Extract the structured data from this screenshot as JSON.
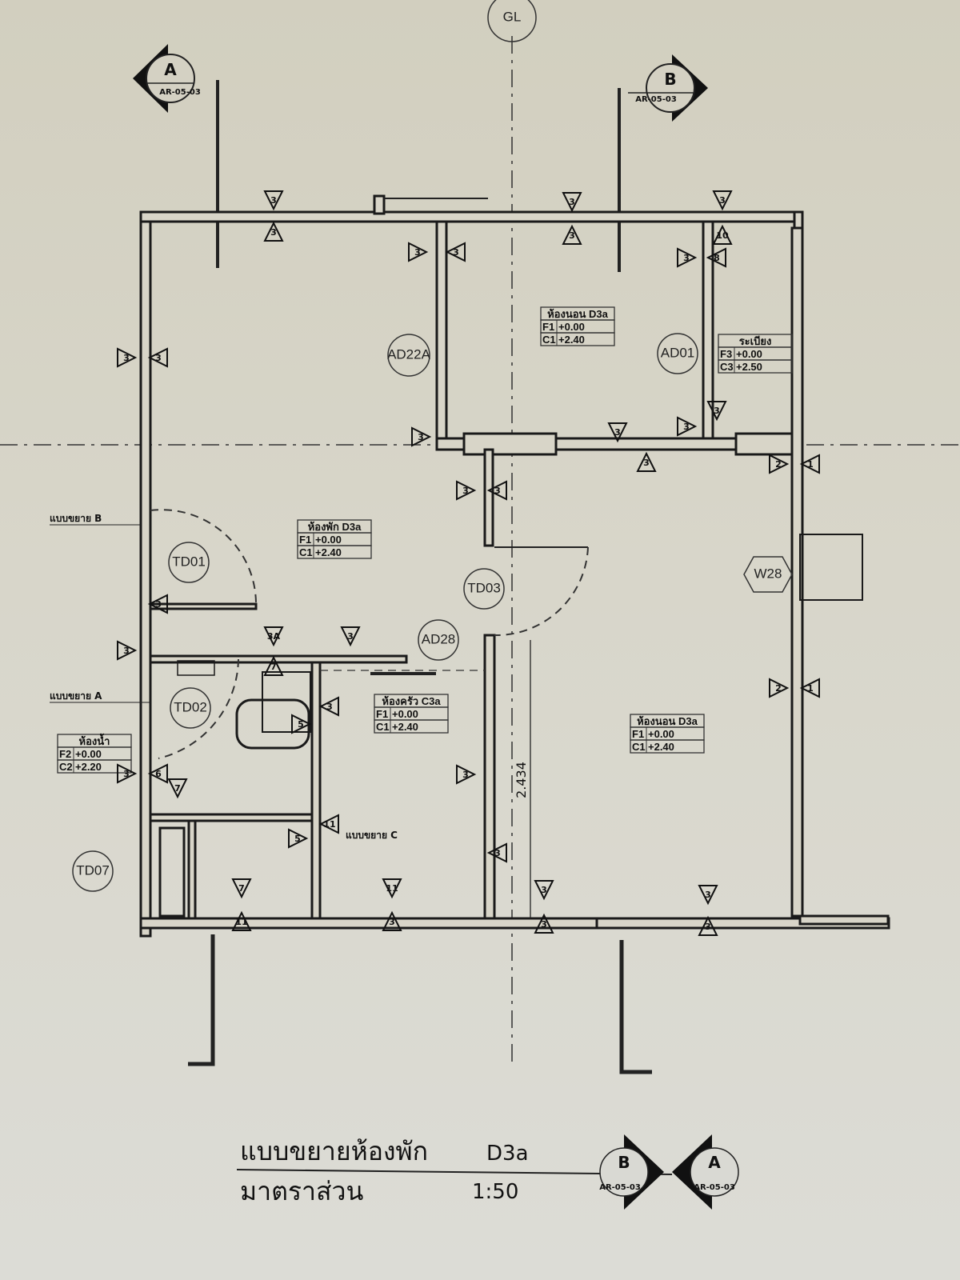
{
  "grid_label": "GL",
  "section_markers": {
    "a": {
      "letter": "A",
      "ref": "AR-05-03"
    },
    "b": {
      "letter": "B",
      "ref": "AR-05-03"
    }
  },
  "rooms": {
    "bedroom_top": {
      "name": "ห้องนอน D3a",
      "floor": "F1",
      "floor_level": "+0.00",
      "ceiling": "C1",
      "ceiling_level": "+2.40"
    },
    "balcony": {
      "name": "ระเบียง",
      "floor": "F3",
      "floor_level": "+0.00",
      "ceiling": "C3",
      "ceiling_level": "+2.50"
    },
    "living": {
      "name": "ห้องพัก D3a",
      "floor": "F1",
      "floor_level": "+0.00",
      "ceiling": "C1",
      "ceiling_level": "+2.40"
    },
    "kitchen": {
      "name": "ห้องครัว C3a",
      "floor": "F1",
      "floor_level": "+0.00",
      "ceiling": "C1",
      "ceiling_level": "+2.40"
    },
    "bedroom_right": {
      "name": "ห้องนอน D3a",
      "floor": "F1",
      "floor_level": "+0.00",
      "ceiling": "C1",
      "ceiling_level": "+2.40"
    },
    "bathroom": {
      "name": "ห้องน้ำ",
      "floor": "F2",
      "floor_level": "+0.00",
      "ceiling": "C2",
      "ceiling_level": "+2.20"
    }
  },
  "tags": {
    "ad22a": "AD22A",
    "ad01": "AD01",
    "td01": "TD01",
    "td02": "TD02",
    "td03": "TD03",
    "td07": "TD07",
    "ad28": "AD28",
    "w28": "W28"
  },
  "detail_labels": {
    "b": "แบบขยาย B",
    "a": "แบบขยาย A",
    "c": "แบบขยาย C"
  },
  "dimension": "2.434",
  "wall_markers": [
    "3",
    "3",
    "3",
    "3",
    "3",
    "10",
    "3",
    "3",
    "3",
    "8",
    "3",
    "3",
    "3",
    "3",
    "3",
    "3",
    "3",
    "3",
    "3",
    "2",
    "1",
    "3",
    "3",
    "3A",
    "3",
    "7",
    "3",
    "5",
    "3",
    "2",
    "1",
    "3",
    "6",
    "7",
    "11",
    "5",
    "3",
    "7",
    "11",
    "3",
    "3",
    "11",
    "3",
    "3",
    "3"
  ],
  "title": {
    "main": "แบบขยายห้องพัก",
    "code": "D3a",
    "scale_label": "มาตราส่วน",
    "scale": "1:50"
  }
}
